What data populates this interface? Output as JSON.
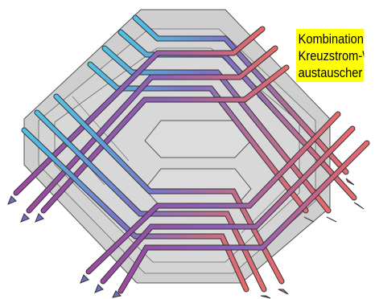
{
  "caption": {
    "lines": [
      "Kombinations-",
      "Kreuzstrom-Wärme-",
      "austauscher"
    ]
  },
  "colors": {
    "plate_fill": "#cfcfcf",
    "plate_stroke": "#555555",
    "cold_flow": "#4fc3e6",
    "mixed_flow": "#7b72c8",
    "warm_flow": "#e86a6a",
    "purple_flow": "#9a4aa0",
    "caption_bg": "#ffff00"
  },
  "icons": [
    "flow-arrow-icon"
  ]
}
